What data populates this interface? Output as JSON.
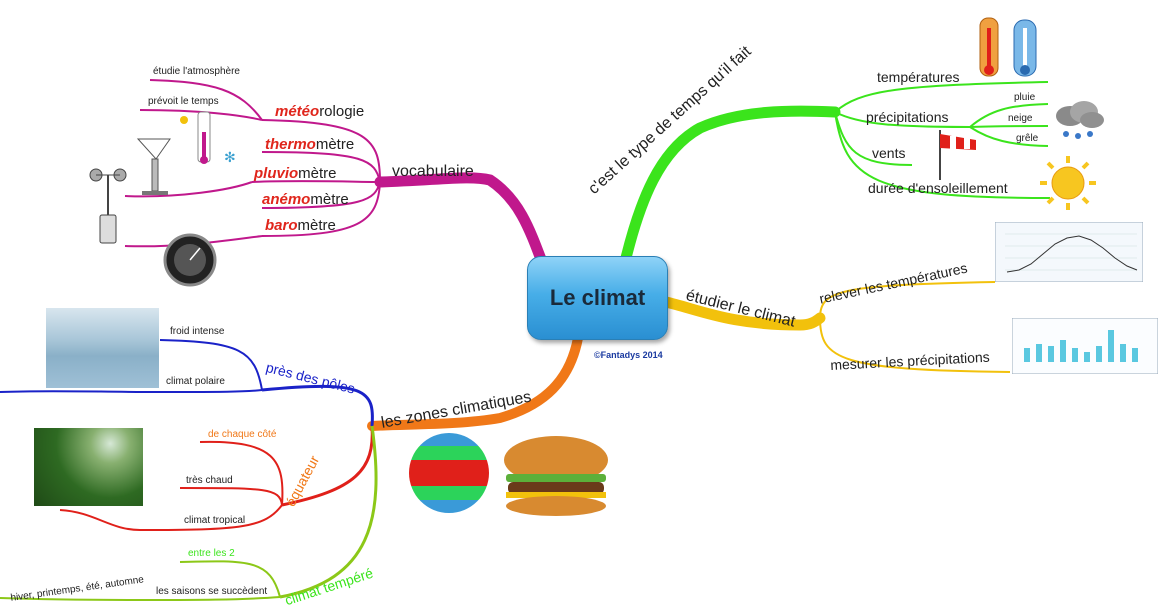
{
  "center": {
    "title": "Le climat",
    "credit": "©Fantadys 2014"
  },
  "branches": {
    "vocabulaire": {
      "label": "vocabulaire",
      "color": "#c0188c",
      "items": [
        {
          "prefix": "météo",
          "suffix": "rologie",
          "notes": [
            "étudie l'atmosphère",
            "prévoit le temps"
          ]
        },
        {
          "prefix": "thermo",
          "suffix": "mètre"
        },
        {
          "prefix": "pluvio",
          "suffix": "mètre"
        },
        {
          "prefix": "anémo",
          "suffix": "mètre"
        },
        {
          "prefix": "baro",
          "suffix": "mètre"
        }
      ]
    },
    "type_temps": {
      "label": "c'est le type de temps qu'il fait",
      "color": "#3be41c",
      "items": [
        {
          "label": "températures"
        },
        {
          "label": "précipitations",
          "subitems": [
            "pluie",
            "neige",
            "grêle"
          ]
        },
        {
          "label": "vents"
        },
        {
          "label": "durée d'ensoleillement"
        }
      ]
    },
    "etudier": {
      "label": "étudier le climat",
      "color": "#f2c10c",
      "items": [
        {
          "label": "relever les températures"
        },
        {
          "label": "mesurer les précipitations"
        }
      ]
    },
    "zones": {
      "label": "les zones climatiques",
      "color": "#f07818",
      "poles": {
        "label": "près des pôles",
        "color": "#1a22c8",
        "items": [
          "froid intense",
          "climat polaire"
        ]
      },
      "equateur": {
        "label": "équateur",
        "color": "#e0201a",
        "items": [
          "de chaque côté",
          "très chaud",
          "climat tropical"
        ]
      },
      "tempere": {
        "label": "climat tempéré",
        "color": "#8cc818",
        "items": [
          "entre les 2",
          "les saisons se succèdent"
        ],
        "seasons": "hiver, printemps, été, automne"
      }
    }
  }
}
